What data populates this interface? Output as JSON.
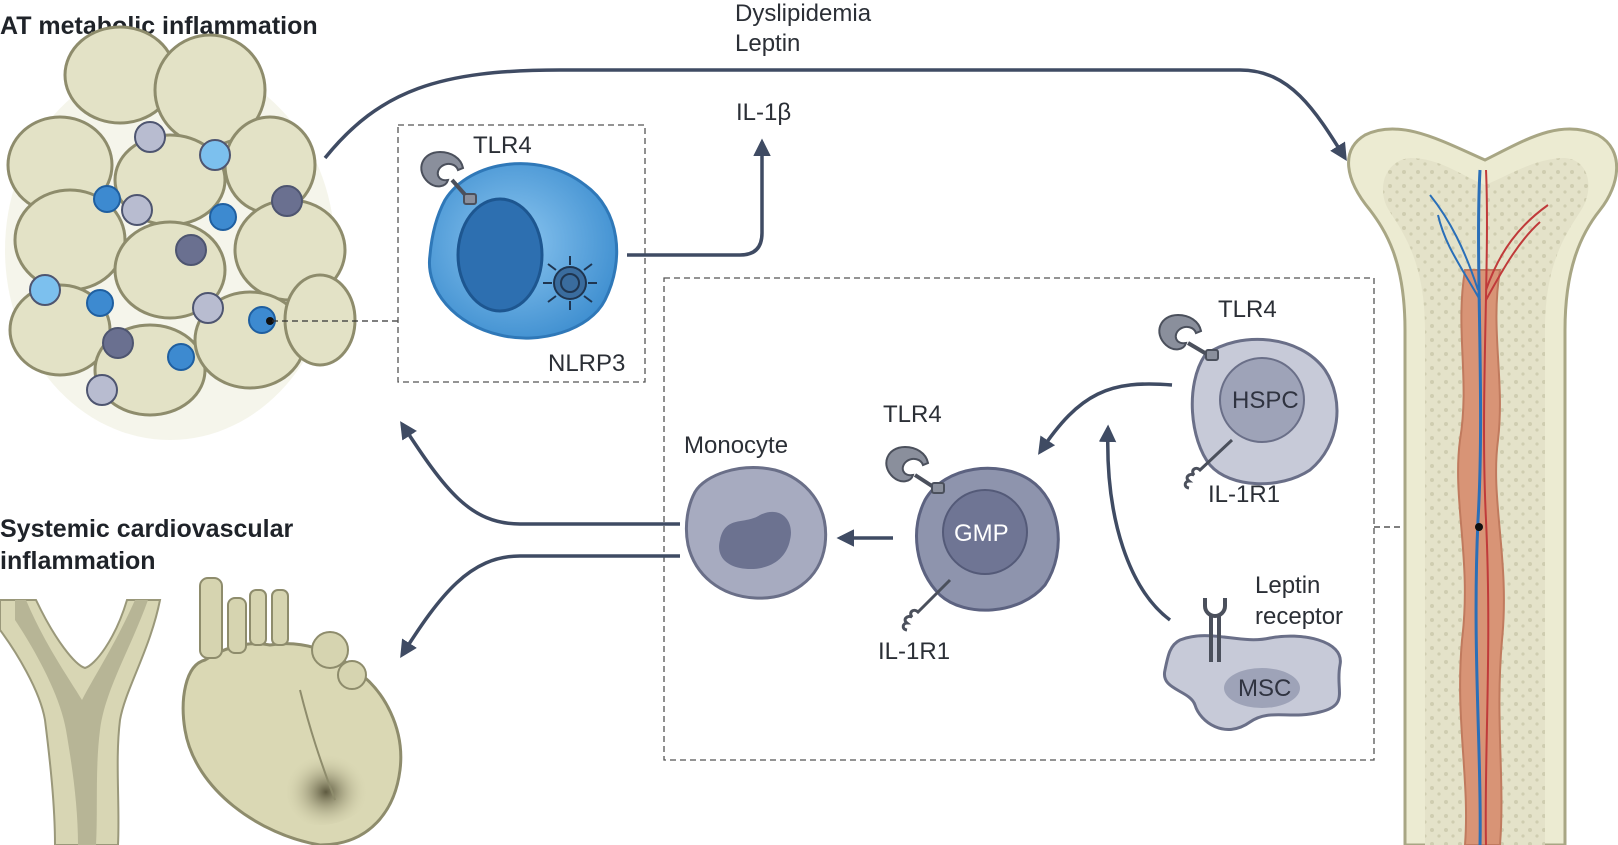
{
  "section_titles": {
    "at": "AT metabolic inflammation",
    "systemic_line1": "Systemic cardiovascular",
    "systemic_line2": "inflammation"
  },
  "top_arrow": {
    "line1": "Dyslipidemia",
    "line2": "Leptin"
  },
  "il1b": "IL-1β",
  "macrophage": {
    "receptor": "TLR4",
    "inflammasome": "NLRP3"
  },
  "hspc": {
    "name": "HSPC",
    "receptor_top": "TLR4",
    "receptor_bottom": "IL-1R1"
  },
  "gmp": {
    "name": "GMP",
    "receptor_top": "TLR4",
    "receptor_bottom": "IL-1R1"
  },
  "monocyte": "Monocyte",
  "msc": {
    "name": "MSC",
    "receptor_line1": "Leptin",
    "receptor_line2": "receptor"
  },
  "colors": {
    "arrow": "#3f4b63",
    "adipocyte": "#e3e2c6",
    "macrophage": "#5aa6e0",
    "bone": "#e9e7cf",
    "marrow": "#d9a07e"
  }
}
